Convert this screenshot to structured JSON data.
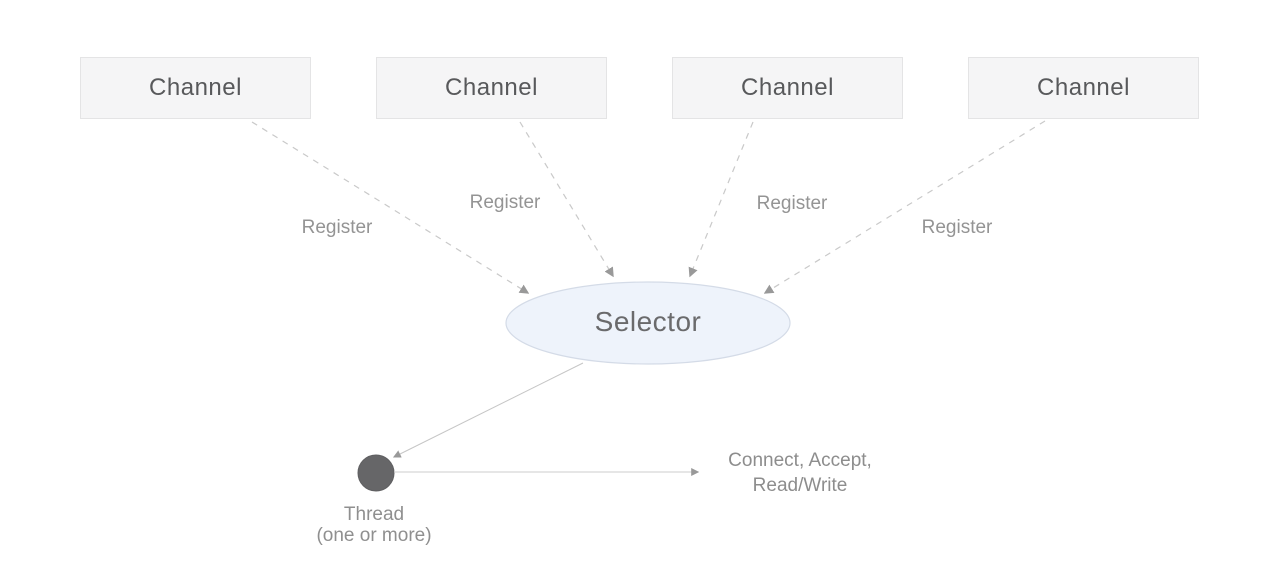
{
  "diagram": {
    "title_implied": "NIO Selector pattern",
    "channels": [
      "Channel",
      "Channel",
      "Channel",
      "Channel"
    ],
    "register_labels": [
      "Register",
      "Register",
      "Register",
      "Register"
    ],
    "selector_label": "Selector",
    "thread_label": "Thread",
    "thread_sublabel": "(one or more)",
    "operations_line1": "Connect, Accept,",
    "operations_line2": "Read/Write",
    "colors": {
      "background": "#ffffff",
      "channel_box_fill": "#f5f5f6",
      "channel_box_border": "#e4e4e5",
      "channel_text": "#58595b",
      "selector_ellipse_fill": "#eef3fb",
      "selector_ellipse_border": "#d4dbe7",
      "selector_text": "#6a6a6c",
      "register_text": "#949494",
      "dashed_line": "#c9c9c9",
      "solid_line": "#c6c6c6",
      "arrowhead": "#999999",
      "thread_circle_fill": "#666668",
      "caption_text": "#8d8d8d"
    }
  }
}
